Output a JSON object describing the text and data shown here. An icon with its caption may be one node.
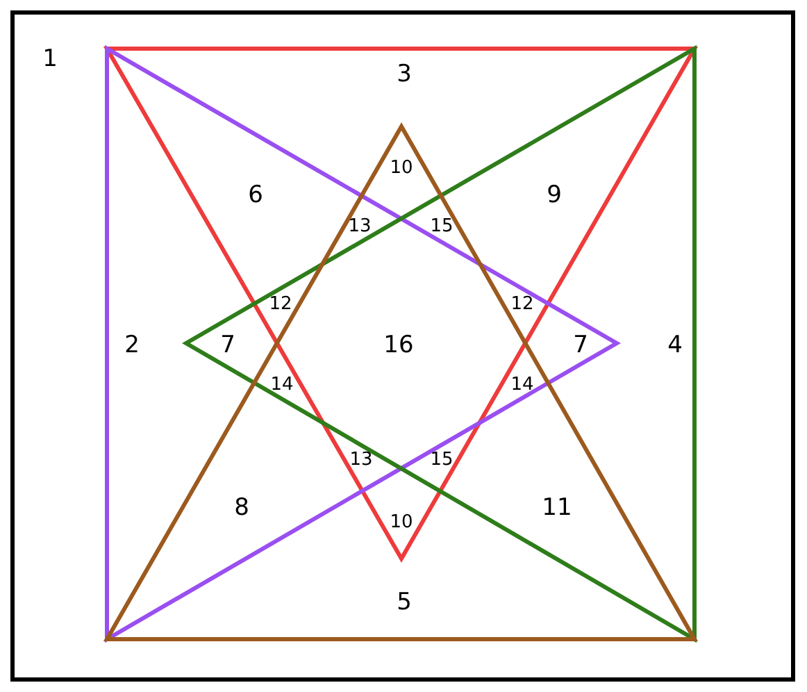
{
  "diagram": {
    "labels": [
      "1",
      "3",
      "10",
      "6",
      "9",
      "13",
      "15",
      "12",
      "12",
      "2",
      "7",
      "16",
      "7",
      "4",
      "14",
      "14",
      "13",
      "15",
      "8",
      "11",
      "10",
      "5"
    ]
  }
}
